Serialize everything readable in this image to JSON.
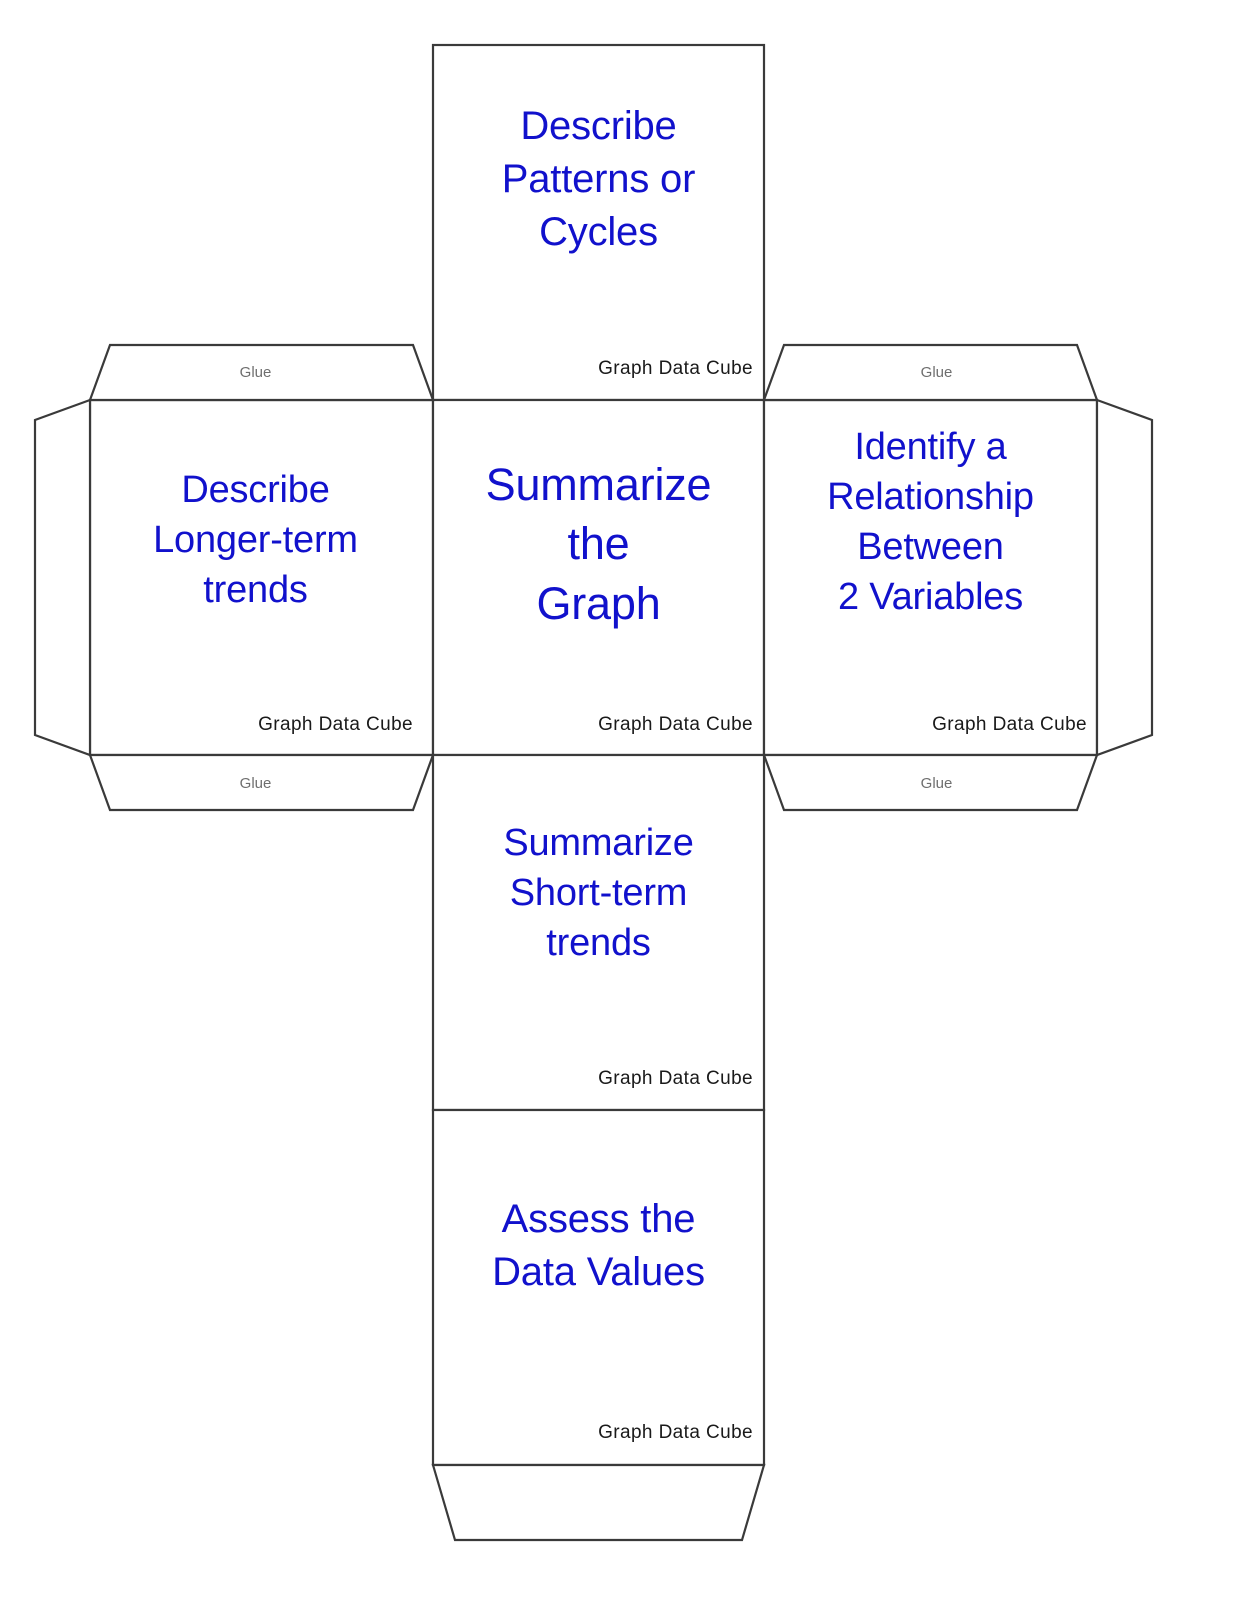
{
  "document": {
    "title": "Graph Data Cube",
    "type": "cube-net-template",
    "accent_color": "#1111cc",
    "line_color": "#3a3a3a",
    "background_color": "#ffffff",
    "glue_text_color": "#6e6e6e"
  },
  "faces": {
    "top": {
      "name": "describe-patterns-or-cycles",
      "text": "Describe\nPatterns or\nCycles",
      "caption": "Graph Data Cube"
    },
    "left": {
      "name": "describe-longer-term-trends",
      "text": "Describe\nLonger-term\ntrends",
      "caption": "Graph Data Cube"
    },
    "center": {
      "name": "summarize-the-graph",
      "text": "Summarize\nthe\nGraph",
      "caption": "Graph Data Cube"
    },
    "right": {
      "name": "identify-a-relationship-between-2-variables",
      "text": "Identify a\nRelationship\nBetween\n2 Variables",
      "caption": "Graph Data Cube"
    },
    "lower": {
      "name": "summarize-short-term-trends",
      "text": "Summarize\nShort-term\ntrends",
      "caption": "Graph Data Cube"
    },
    "bottom": {
      "name": "assess-the-data-values",
      "text": "Assess the\nData Values",
      "caption": "Graph Data Cube"
    }
  },
  "tabs": {
    "glue_label": "Glue",
    "top_left": "Glue",
    "top_right": "Glue",
    "bottom_left": "Glue",
    "bottom_right": "Glue",
    "left_side": "",
    "right_side": "",
    "bottom_flap": ""
  }
}
